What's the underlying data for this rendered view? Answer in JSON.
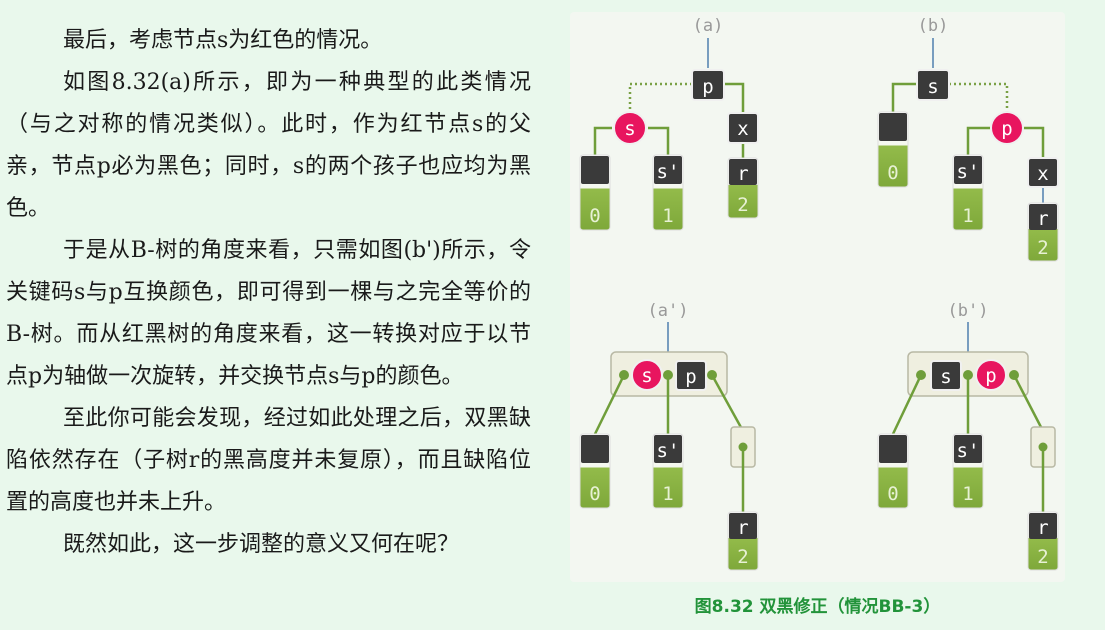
{
  "paragraphs": [
    "最后，考虑节点s为红色的情况。",
    "如图8.32(a)所示，即为一种典型的此类情况（与之对称的情况类似）。此时，作为红节点s的父亲，节点p必为黑色；同时，s的两个孩子也应均为黑色。",
    "于是从B-树的角度来看，只需如图(b')所示，令关键码s与p互换颜色，即可得到一棵与之完全等价的B-树。而从红黑树的角度来看，这一转换对应于以节点p为轴做一次旋转，并交换节点s与p的颜色。",
    "至此你可能会发现，经过如此处理之后，双黑缺陷依然存在（子树r的黑高度并未复原），而且缺陷位置的高度也并未上升。",
    "既然如此，这一步调整的意义又何在呢？"
  ],
  "figure": {
    "labels": {
      "a": "(a)",
      "b": "(b)",
      "a_prime": "(a')",
      "b_prime": "(b')"
    },
    "nodes": {
      "p": "p",
      "s": "s",
      "x": "x",
      "r": "r",
      "s_prime": "s'"
    },
    "subtrees": {
      "t0": "0",
      "t1": "1",
      "t2": "2"
    },
    "colors": {
      "black_node": "#3a3a3a",
      "red_node": "#e8155f",
      "subtree": "#93bb4a",
      "edge": "#6f9e3a",
      "super_node": "#efefe0"
    }
  },
  "caption": "图8.32  双黑修正（情况BB-3）"
}
